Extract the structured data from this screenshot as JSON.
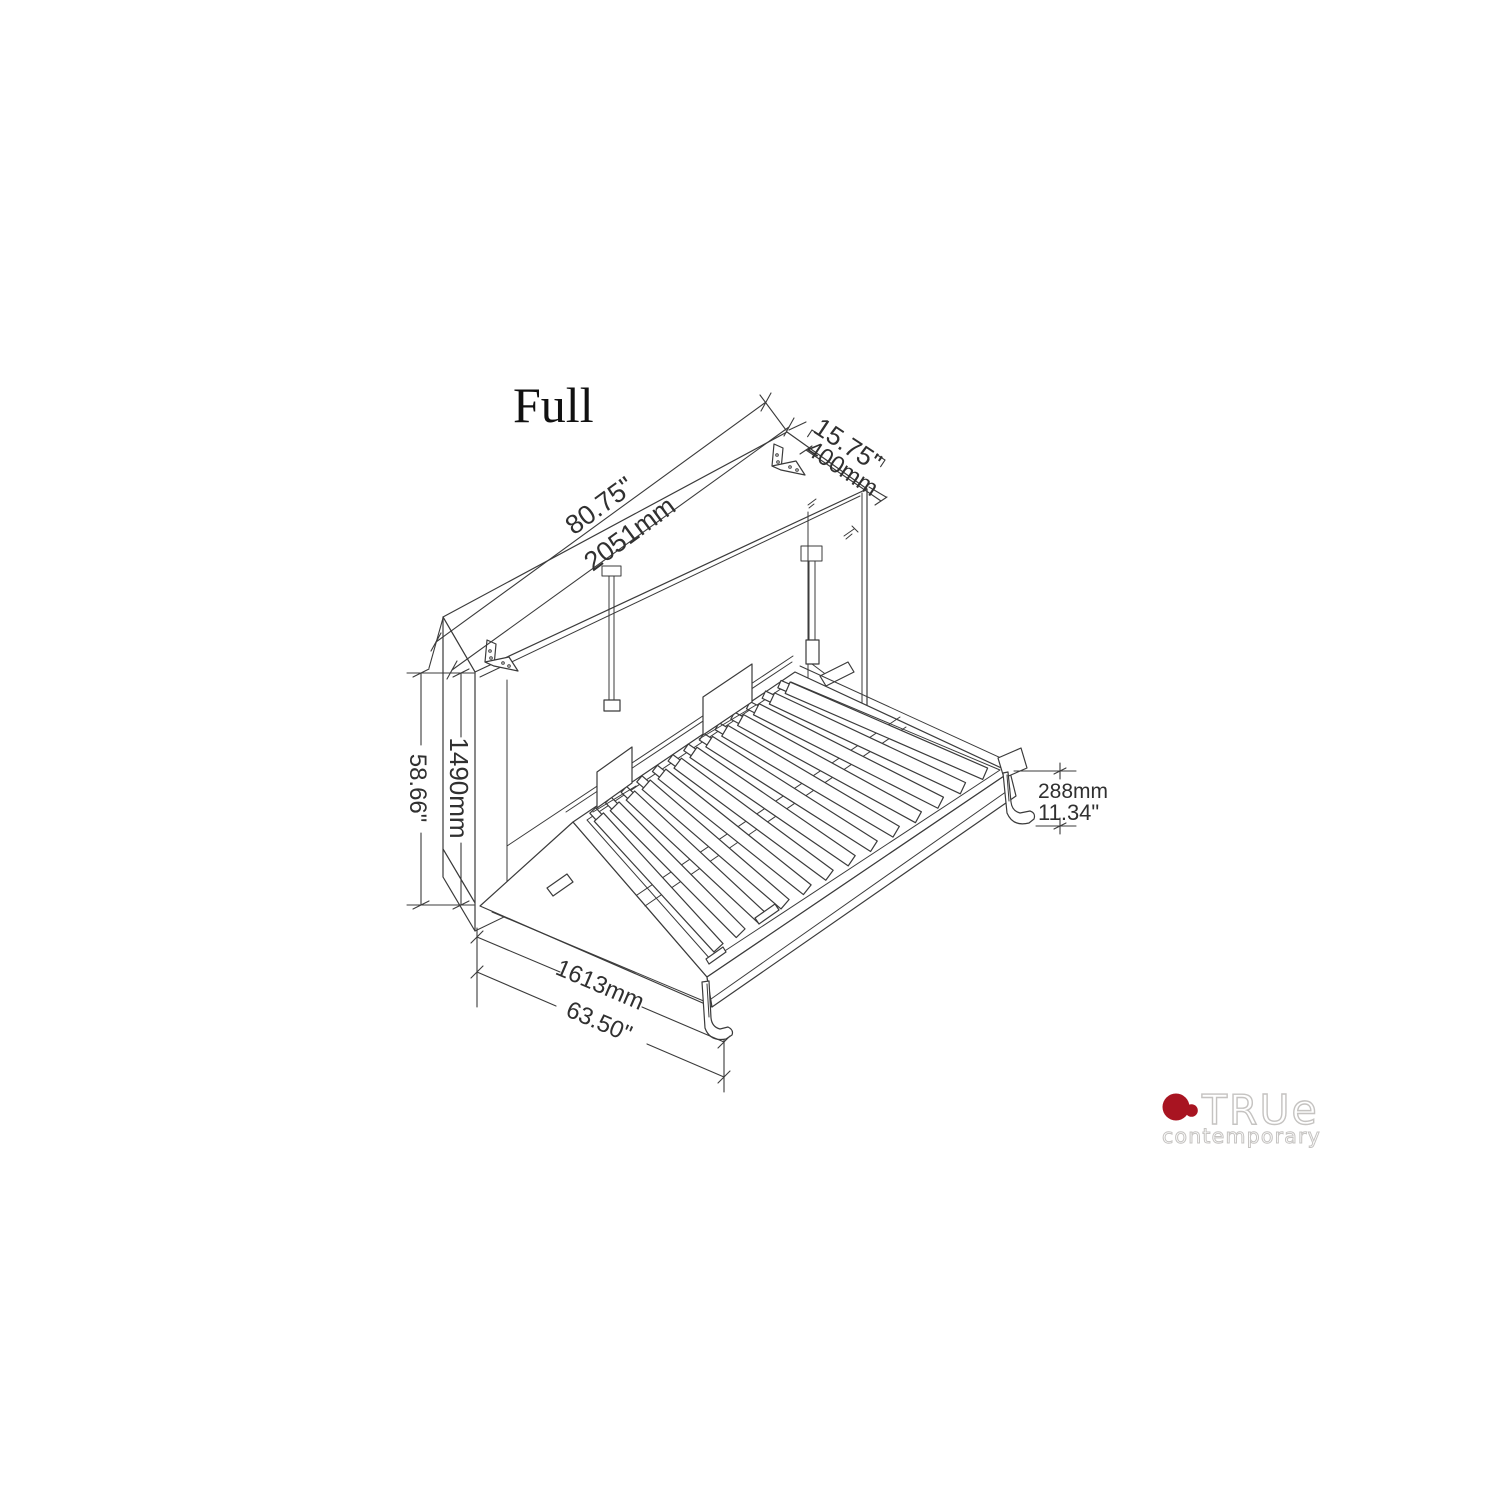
{
  "title": "Full",
  "dims": {
    "length_in": "80.75\"",
    "length_mm": "2051mm",
    "depth_in": "15.75\"",
    "depth_mm": "400mm",
    "height_in": "58.66\"",
    "height_mm": "1490mm",
    "proj_mm": "1613mm",
    "proj_in": "63.50\"",
    "leg_mm": "288mm",
    "leg_in": "11.34\""
  },
  "logo": {
    "brand": "TRUe",
    "tagline": "contemporary",
    "dot_color": "#a81421",
    "text_color": "#c5c3c1"
  },
  "drawing": {
    "subject": "horizontal murphy wall bed, open position, isometric technical drawing",
    "line_color": "#3b3b3b",
    "slat_count": 13
  }
}
